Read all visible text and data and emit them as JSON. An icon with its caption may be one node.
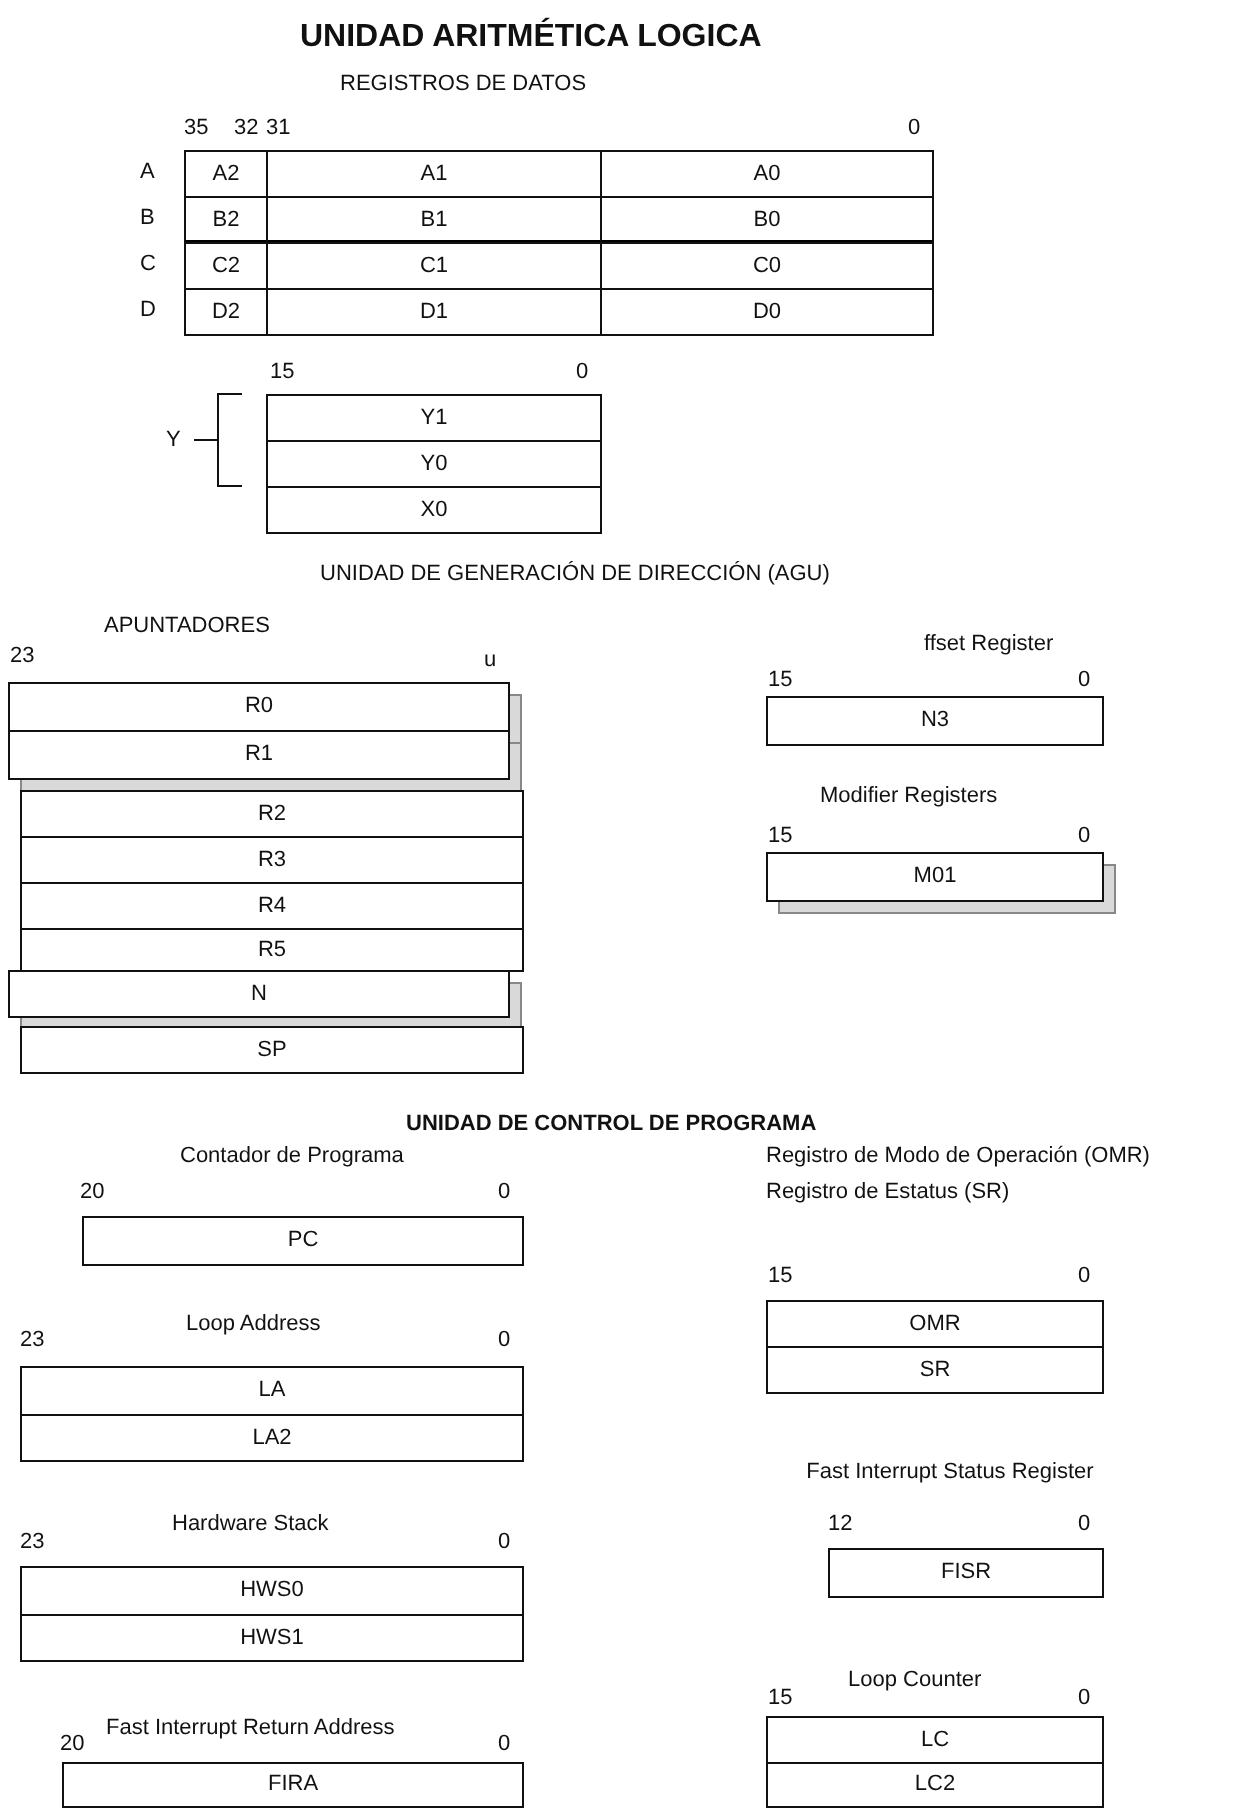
{
  "diagram": {
    "title": "UNIDAD ARITMÉTICA LOGICA",
    "nodes": [
      {
        "text": [
          "A2"
        ]
      },
      {
        "text": [
          "A1"
        ]
      },
      {
        "text": [
          "A0"
        ]
      },
      {
        "text": [
          "B2"
        ]
      },
      {
        "text": [
          "B1"
        ]
      },
      {
        "text": [
          "B0"
        ]
      },
      {
        "text": [
          "C2"
        ]
      },
      {
        "text": [
          "C1"
        ]
      },
      {
        "text": [
          "C0"
        ]
      },
      {
        "text": [
          "D2"
        ]
      },
      {
        "text": [
          "D1"
        ]
      },
      {
        "text": [
          "D0"
        ]
      },
      {
        "text": [
          "Y1"
        ]
      },
      {
        "text": [
          "Y0"
        ]
      },
      {
        "text": [
          "X0"
        ]
      },
      {
        "text": [
          "R0"
        ]
      },
      {
        "text": [
          "R1"
        ]
      },
      {
        "text": [
          "R2"
        ]
      },
      {
        "text": [
          "R3"
        ]
      },
      {
        "text": [
          "R4"
        ]
      },
      {
        "text": [
          "R5"
        ]
      },
      {
        "text": [
          "N"
        ]
      },
      {
        "text": [
          "SP"
        ]
      },
      {
        "text": [
          "N3"
        ]
      },
      {
        "text": [
          "M01"
        ]
      },
      {
        "text": [
          "PC"
        ]
      },
      {
        "text": [
          "LA"
        ]
      },
      {
        "text": [
          "LA2"
        ]
      },
      {
        "text": [
          "HWS0"
        ]
      },
      {
        "text": [
          "HWS1"
        ]
      },
      {
        "text": [
          "FIRA"
        ]
      },
      {
        "text": [
          "OMR"
        ]
      },
      {
        "text": [
          "SR"
        ]
      },
      {
        "text": [
          "FISR"
        ]
      },
      {
        "text": [
          "LC"
        ]
      },
      {
        "text": [
          "LC2"
        ]
      }
    ],
    "edges": [],
    "labels": [
      "REGISTROS DE DATOS",
      "35",
      "32",
      "31",
      "0",
      "A",
      "B",
      "C",
      "D",
      "15",
      "0",
      "Y",
      "UNIDAD DE GENERACIÓN DE DIRECCIÓN (AGU)",
      "APUNTADORES",
      "ffset Register",
      "23",
      "u",
      "15",
      "0",
      "Modifier Registers",
      "15",
      "0",
      "UNIDAD DE CONTROL DE PROGRAMA",
      "Contador de Programa",
      "Registro de Modo de Operación (OMR)",
      "20",
      "0",
      "Registro de Estatus (SR)",
      "15",
      "0",
      "Loop Address",
      "23",
      "0",
      "Fast Interrupt Status Register",
      "Hardware Stack",
      "12",
      "0",
      "23",
      "0",
      "Loop Counter",
      "15",
      "0",
      "Fast Interrupt Return Address",
      "20",
      "0"
    ]
  }
}
